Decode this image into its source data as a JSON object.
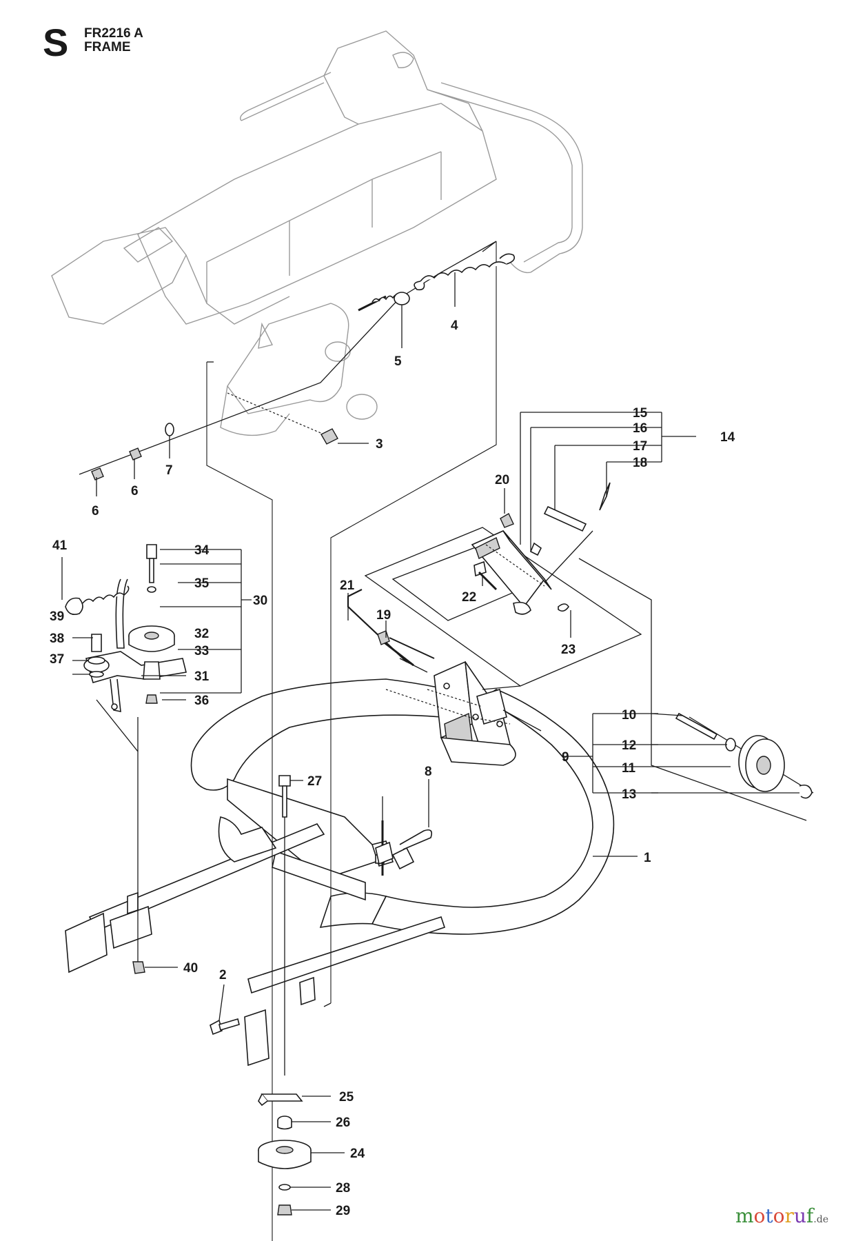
{
  "header": {
    "section_letter": "S",
    "model": "FR2216 A",
    "title": "FRAME"
  },
  "labels": {
    "p1": "1",
    "p2": "2",
    "p3": "3",
    "p4": "4",
    "p5": "5",
    "p6a": "6",
    "p6b": "6",
    "p7": "7",
    "p8": "8",
    "p9": "9",
    "p10": "10",
    "p11": "11",
    "p12": "12",
    "p13": "13",
    "p14": "14",
    "p15": "15",
    "p16": "16",
    "p17": "17",
    "p18": "18",
    "p19": "19",
    "p20": "20",
    "p21": "21",
    "p22": "22",
    "p23": "23",
    "p24": "24",
    "p25": "25",
    "p26": "26",
    "p27": "27",
    "p28": "28",
    "p29": "29",
    "p30": "30",
    "p31": "31",
    "p32": "32",
    "p33": "33",
    "p34": "34",
    "p35": "35",
    "p36": "36",
    "p37": "37",
    "p38": "38",
    "p39": "39",
    "p40": "40",
    "p41": "41"
  },
  "watermark": {
    "m": "m",
    "o1": "o",
    "t": "t",
    "o2": "o",
    "r": "r",
    "u": "u",
    "f": "f",
    "de": ".de"
  }
}
